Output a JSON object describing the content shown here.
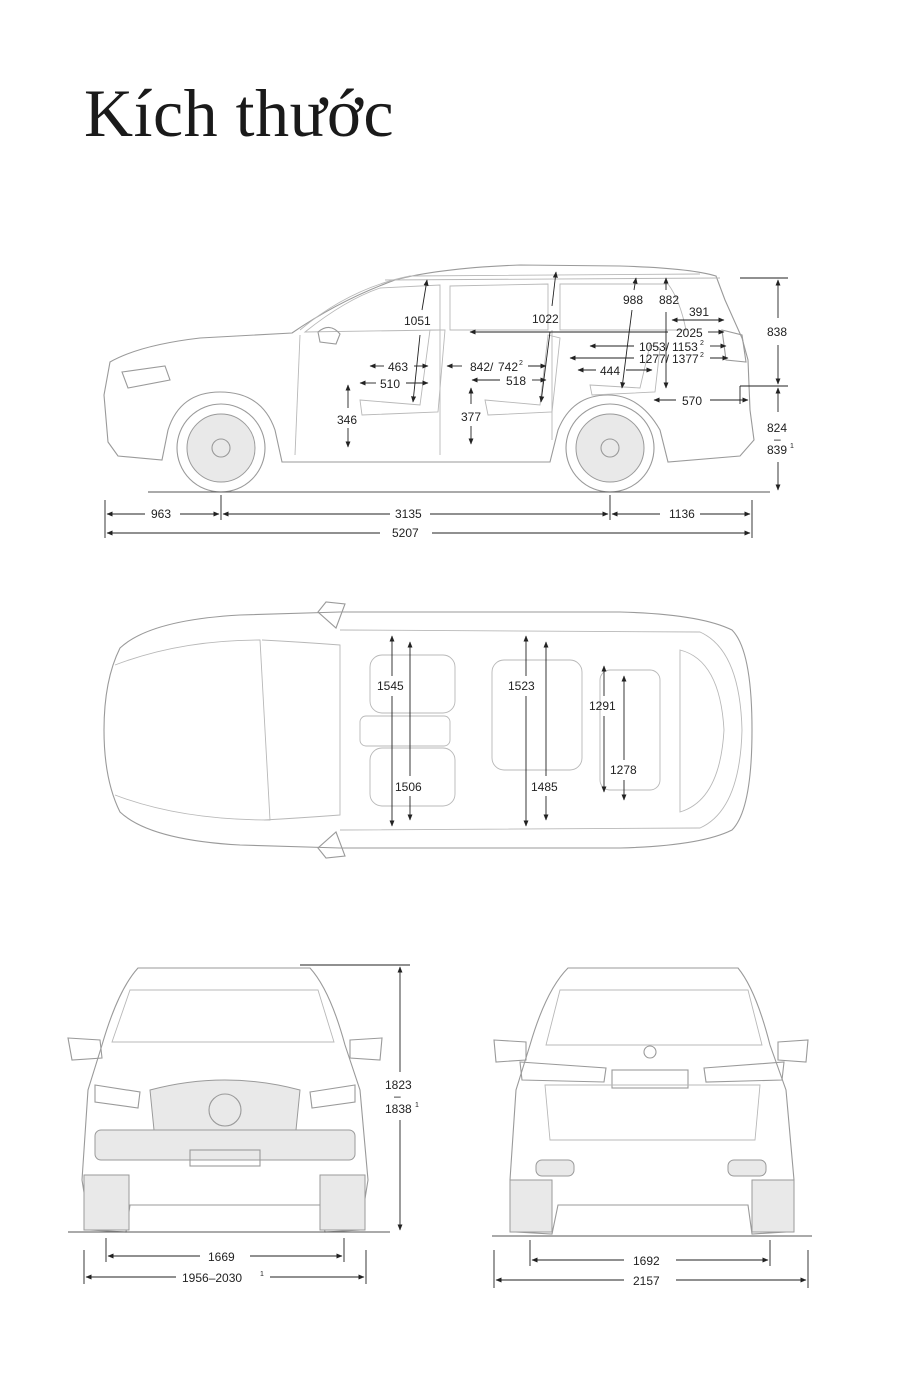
{
  "title": "Kích thước",
  "colors": {
    "drawing": "#9a9a9a",
    "dimension": "#222222"
  },
  "side_view": {
    "length_front_overhang": "963",
    "wheelbase": "3135",
    "length_rear_overhang": "1136",
    "overall_length": "5207",
    "headroom_front": "1051",
    "headroom_middle": "1022",
    "headroom_third": "988",
    "headroom_third_b": "882",
    "cargo_391": "391",
    "cargo_2025": "2025",
    "cargo_1053": "1053/",
    "cargo_1153": "1153",
    "cargo_1277": "1277/",
    "cargo_1377": "1377",
    "seat_463": "463",
    "seat_842": "842/",
    "seat_742": "742",
    "seat_510": "510",
    "seat_518": "518",
    "seat_444": "444",
    "cargo_570": "570",
    "seat_height_346": "346",
    "seat_height_377": "377",
    "rear_height_838": "838",
    "sill_824": "824",
    "sill_dash": "–",
    "sill_839": "839",
    "sup_1": "1",
    "sup_2": "2"
  },
  "top_view": {
    "shoulder_front": "1545",
    "shoulder_middle": "1523",
    "shoulder_third": "1291",
    "elbow_front": "1506",
    "elbow_middle": "1485",
    "elbow_third": "1278"
  },
  "front_view": {
    "height_1823": "1823",
    "height_dash": "–",
    "height_1838": "1838",
    "track_front": "1669",
    "width_mirrors": "1956–2030",
    "sup_1": "1"
  },
  "rear_view": {
    "track_rear": "1692",
    "width_rear": "2157"
  }
}
